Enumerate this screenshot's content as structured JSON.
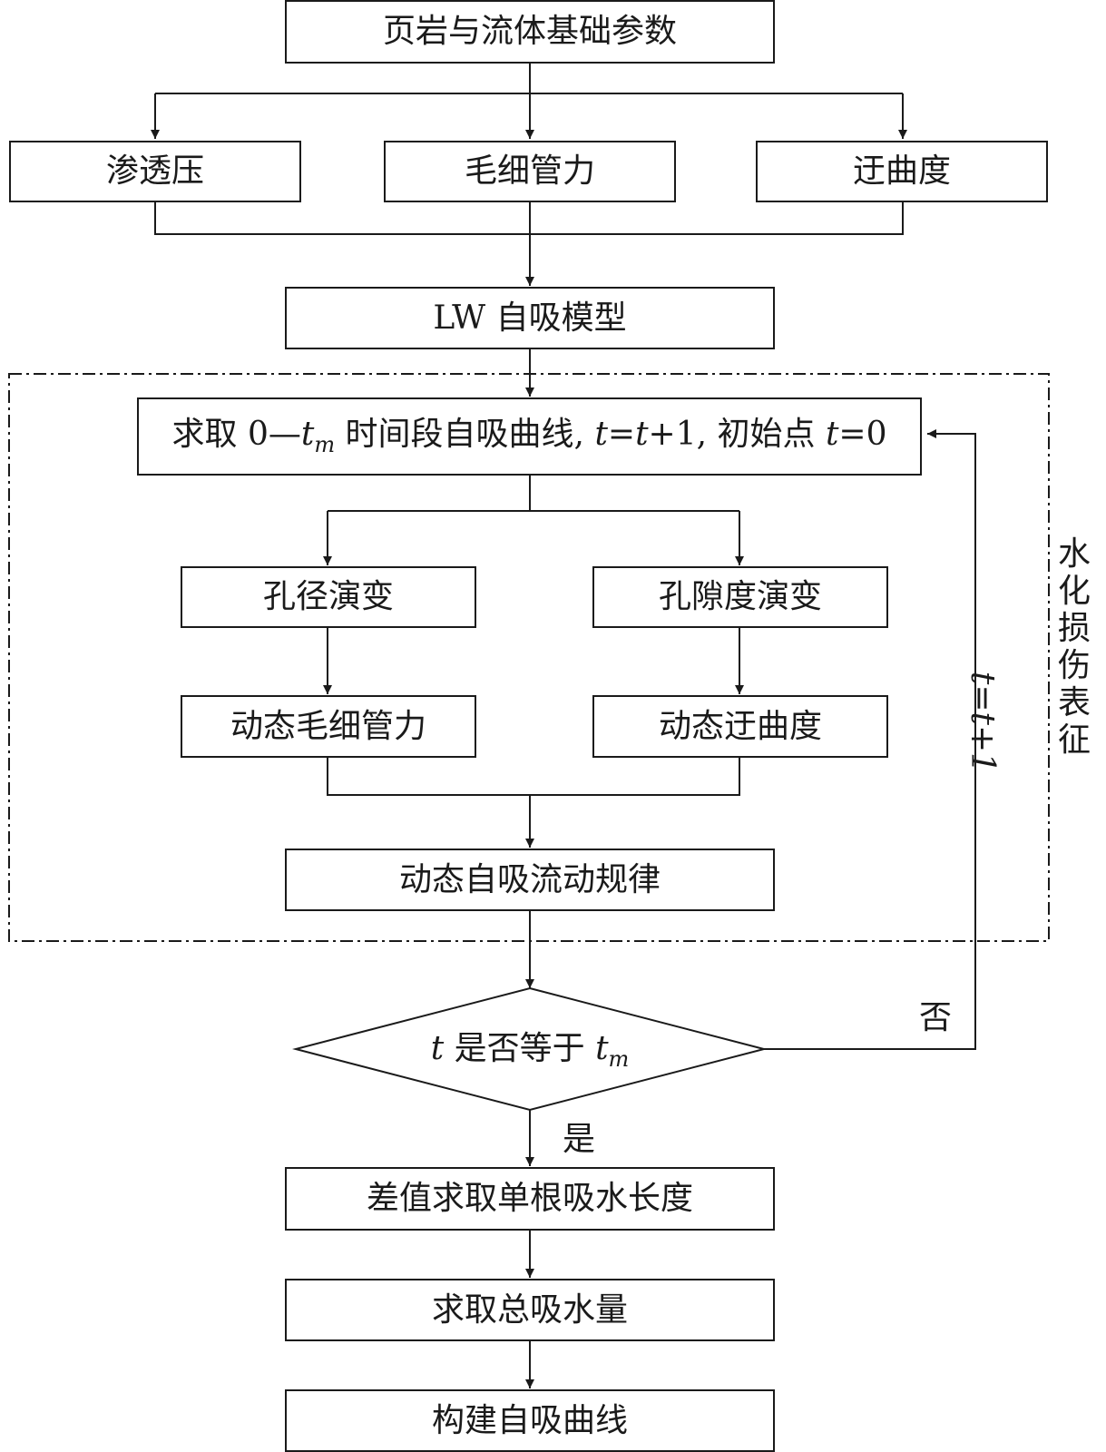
{
  "nodes": {
    "base_params": "页岩与流体基础参数",
    "osmotic": "渗透压",
    "capillary": "毛细管力",
    "tortuosity": "迂曲度",
    "lw_model": "LW 自吸模型",
    "loop_step": {
      "prefix": "求取 0—",
      "t": "t",
      "m": "m",
      "middle": " 时间段自吸曲线, ",
      "t2": "t",
      "eq": "=",
      "t3": "t",
      "plus": "+1, 初始点 ",
      "t4": "t",
      "zero": "=0"
    },
    "pore_diameter": "孔径演变",
    "porosity": "孔隙度演变",
    "dyn_capillary": "动态毛细管力",
    "dyn_tortuosity": "动态迂曲度",
    "dyn_flow": "动态自吸流动规律",
    "decision": {
      "t": "t",
      "text": " 是否等于 ",
      "t2": "t",
      "m": "m"
    },
    "single_length": "差值求取单根吸水长度",
    "total_water": "求取总吸水量",
    "build_curve": "构建自吸曲线"
  },
  "labels": {
    "no": "否",
    "yes": "是",
    "loop_back": "t=t+1",
    "region": [
      "水",
      "化",
      "损",
      "伤",
      "表",
      "征"
    ]
  }
}
